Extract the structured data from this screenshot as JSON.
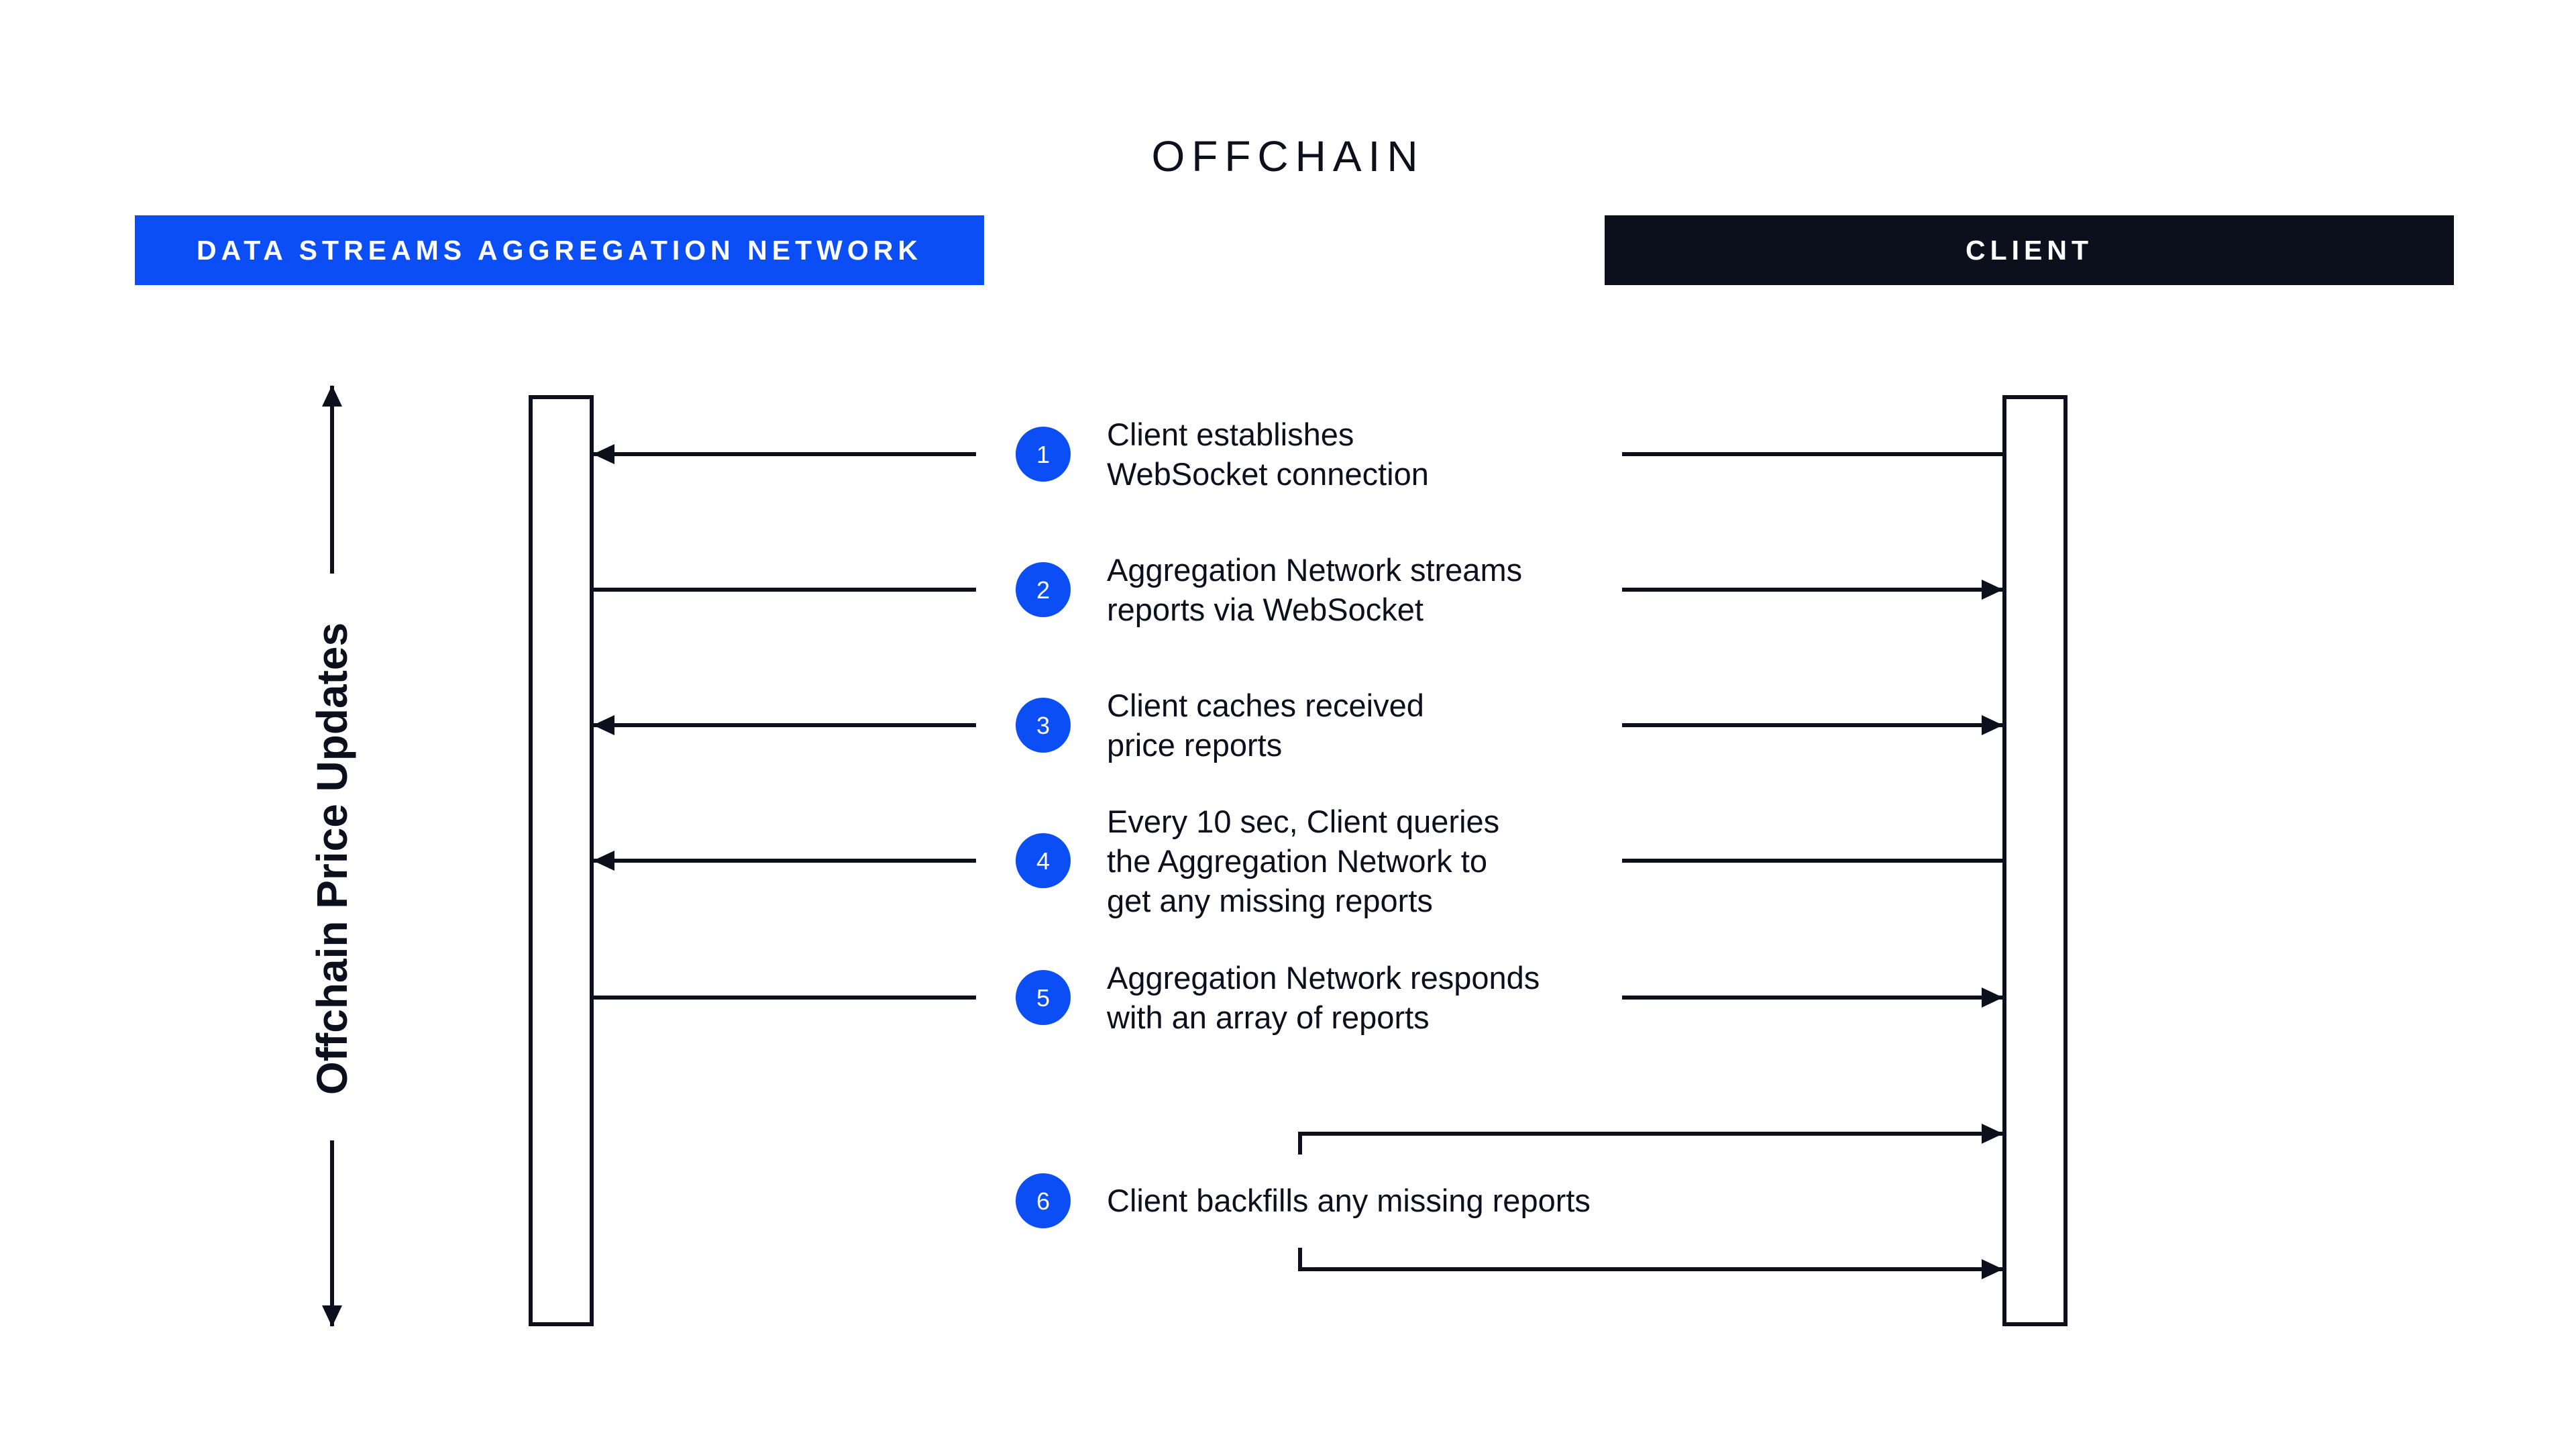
{
  "title": "OFFCHAIN",
  "headers": {
    "network": "DATA STREAMS AGGREGATION NETWORK",
    "client": "CLIENT"
  },
  "vertical_label": "Offchain Price Updates",
  "steps": [
    {
      "number": "1",
      "text": "Client establishes\nWebSocket connection"
    },
    {
      "number": "2",
      "text": "Aggregation Network streams\nreports via WebSocket"
    },
    {
      "number": "3",
      "text": "Client caches received\nprice reports"
    },
    {
      "number": "4",
      "text": "Every 10 sec, Client queries\nthe Aggregation Network to\nget any missing reports"
    },
    {
      "number": "5",
      "text": "Aggregation Network responds\nwith an array of reports"
    },
    {
      "number": "6",
      "text": "Client backfills any missing reports"
    }
  ],
  "colors": {
    "accent_blue": "#0b4ef5",
    "dark": "#0b101c",
    "background": "#ffffff"
  }
}
